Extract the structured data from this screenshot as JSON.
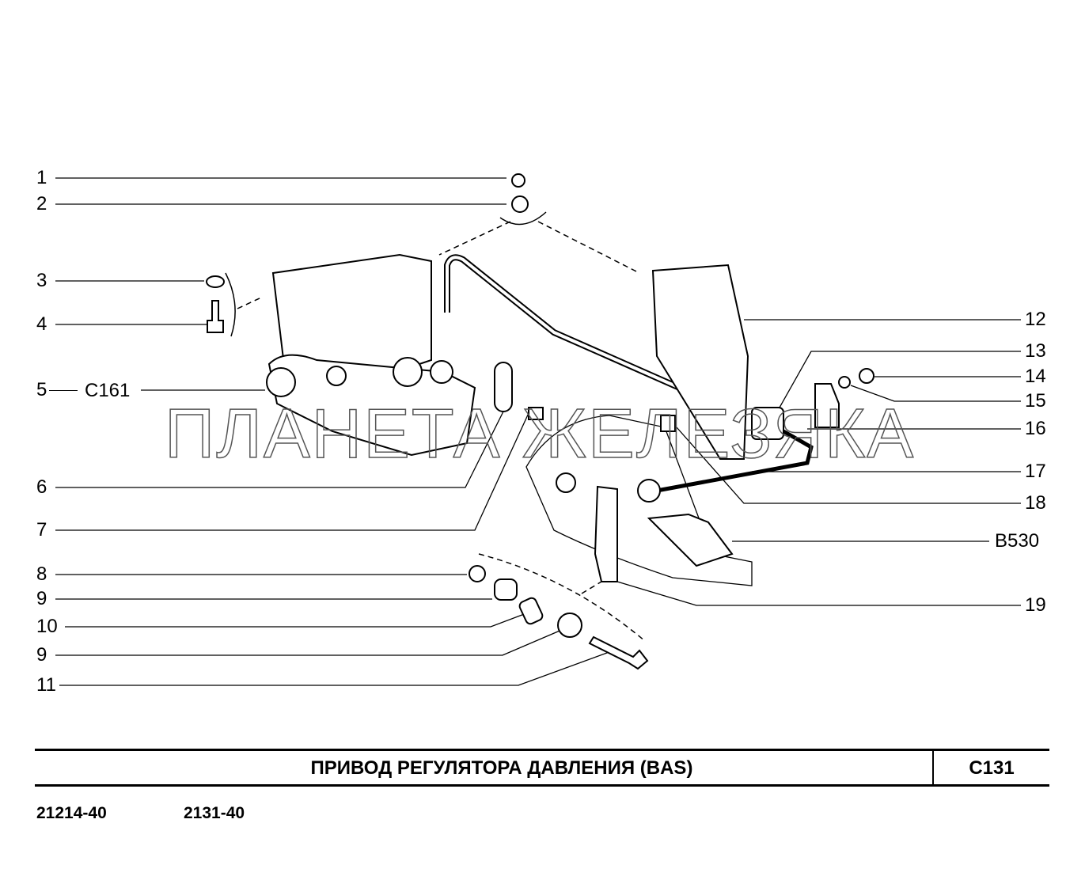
{
  "watermark": "ПЛАНЕТА ЖЕЛЕЗЯКА",
  "callouts_left": [
    "1",
    "2",
    "3",
    "4",
    "5",
    "6",
    "7",
    "8",
    "9",
    "10",
    "9",
    "11"
  ],
  "ref_c161": "C161",
  "callouts_right": [
    "12",
    "13",
    "14",
    "15",
    "16",
    "17",
    "18",
    "B530",
    "19"
  ],
  "title": "ПРИВОД  РЕГУЛЯТОРА ДАВЛЕНИЯ  (BAS)",
  "page_code": "C131",
  "models": [
    "21214-40",
    "2131-40"
  ]
}
